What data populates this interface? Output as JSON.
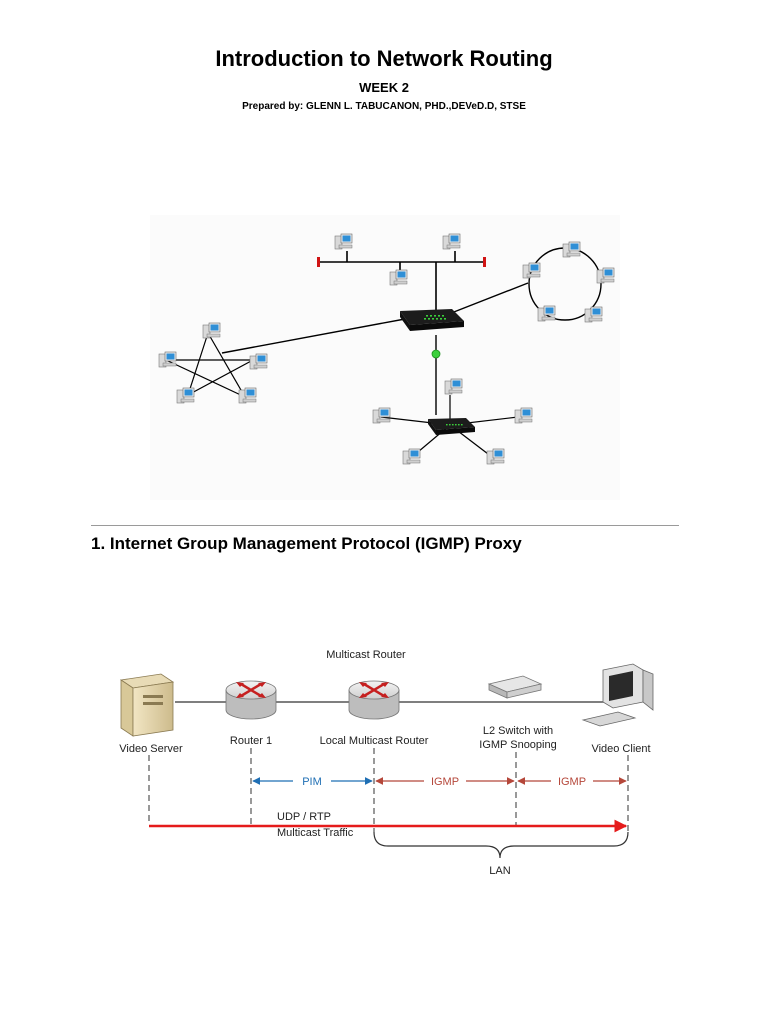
{
  "document": {
    "title": "Introduction to Network Routing",
    "week": "WEEK 2",
    "prepared_by": "Prepared by: GLENN L. TABUCANON, PHD.,DEVeD.D, STSE"
  },
  "section": {
    "heading": "1. Internet Group Management Protocol (IGMP) Proxy"
  },
  "igmp_diagram": {
    "group_label": "Multicast Router",
    "nodes": {
      "video_server": "Video Server",
      "router_1": "Router 1",
      "local_router": "Local Multicast Router",
      "l2_switch_line1": "L2 Switch with",
      "l2_switch_line2": "IGMP Snooping",
      "video_client": "Video Client"
    },
    "protocols": {
      "pim": "PIM",
      "igmp_1": "IGMP",
      "igmp_2": "IGMP"
    },
    "traffic_line1": "UDP / RTP",
    "traffic_line2": "Multicast Traffic",
    "lan": "LAN",
    "colors": {
      "pim": "#1f6fb4",
      "igmp": "#b5473a",
      "traffic": "#e51b1b"
    }
  },
  "topology_diagram": {
    "colors": {
      "node_screen": "#2f8fd6",
      "hub": "#1c1c1c",
      "hub_led": "#3bd03b",
      "terminator": "#d01414"
    }
  }
}
